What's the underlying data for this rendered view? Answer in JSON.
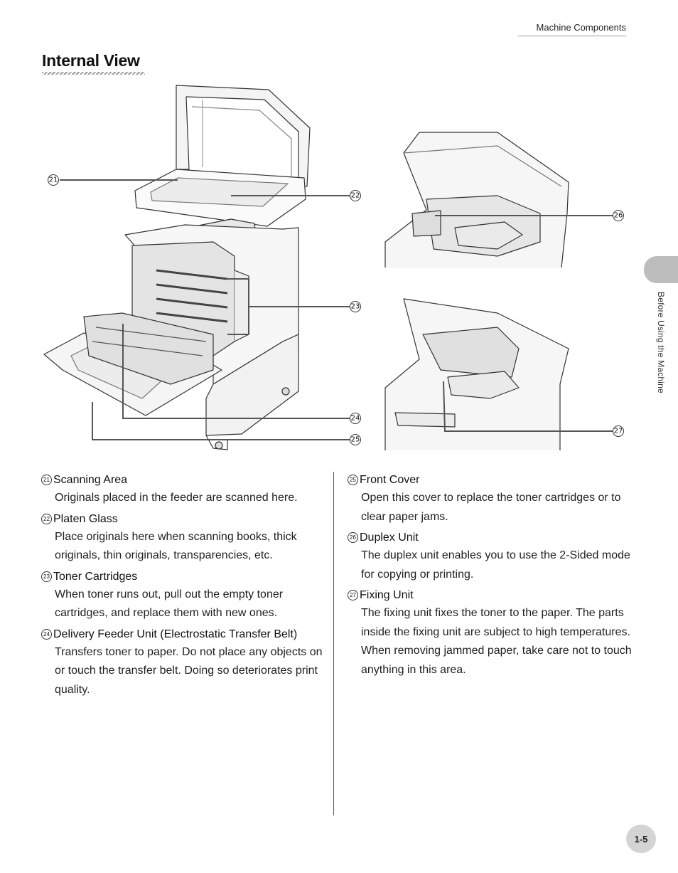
{
  "header": {
    "running_title": "Machine Components"
  },
  "section": {
    "title": "Internal View"
  },
  "side_tab": {
    "label": "Before Using the Machine"
  },
  "callouts": [
    "21",
    "22",
    "23",
    "24",
    "25",
    "26",
    "27"
  ],
  "items_left": [
    {
      "num": "21",
      "title": "Scanning Area",
      "body": "Originals placed in the feeder are scanned here."
    },
    {
      "num": "22",
      "title": "Platen Glass",
      "body": "Place originals here when scanning books, thick originals, thin originals, transparencies, etc."
    },
    {
      "num": "23",
      "title": "Toner Cartridges",
      "body": "When toner runs out, pull out the empty toner cartridges, and replace them with new ones."
    },
    {
      "num": "24",
      "title": "Delivery Feeder Unit (Electrostatic Transfer Belt)",
      "body": "Transfers toner to paper. Do not place any objects on or touch the transfer belt. Doing so deteriorates print quality."
    }
  ],
  "items_right": [
    {
      "num": "25",
      "title": "Front Cover",
      "body": "Open this cover to replace the toner cartridges or to clear paper jams."
    },
    {
      "num": "26",
      "title": "Duplex Unit",
      "body": "The duplex unit enables you to use the 2-Sided mode for copying or printing."
    },
    {
      "num": "27",
      "title": "Fixing Unit",
      "body": "The fixing unit fixes the toner to the paper. The parts inside the fixing unit are subject to high temperatures. When removing jammed paper, take care not to touch anything in this area."
    }
  ],
  "page": {
    "number": "1-5"
  }
}
